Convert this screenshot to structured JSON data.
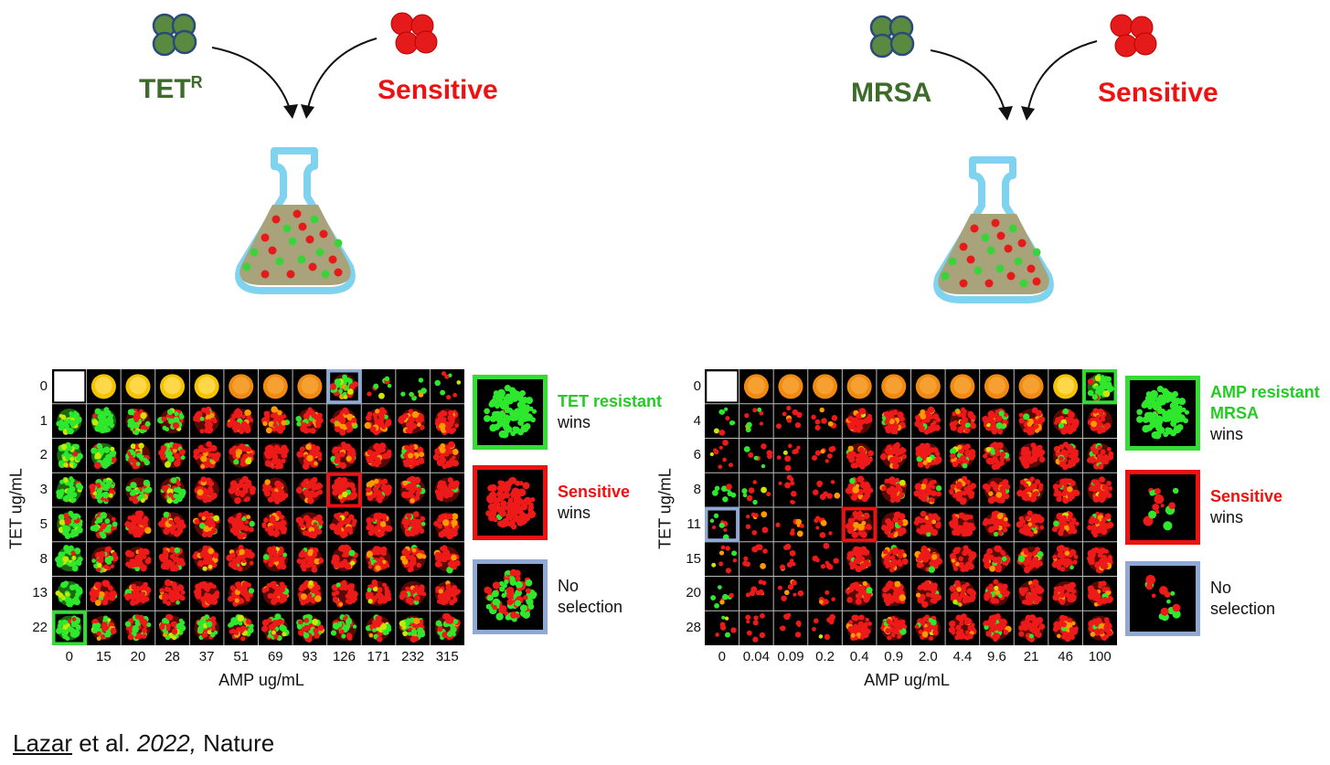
{
  "panels": [
    {
      "id": "left",
      "resistant_label": "TET",
      "resistant_superscript": "R",
      "sensitive_label": "Sensitive",
      "y_axis_title": "TET ug/mL",
      "x_axis_title": "AMP ug/mL",
      "y_ticks": [
        "0",
        "1",
        "2",
        "3",
        "5",
        "8",
        "13",
        "22"
      ],
      "x_ticks": [
        "0",
        "15",
        "20",
        "28",
        "37",
        "51",
        "69",
        "93",
        "126",
        "171",
        "232",
        "315"
      ],
      "legend": [
        {
          "bold": "TET resistant",
          "bold_color": "#22cc22",
          "rest": "wins",
          "border": "#33dd33",
          "kind": "green"
        },
        {
          "bold": "Sensitive",
          "bold_color": "#ee1111",
          "rest": "wins",
          "border": "#ee1111",
          "kind": "red"
        },
        {
          "bold": "",
          "bold_color": "#000000",
          "rest": "No selection",
          "border": "#8fa8d4",
          "kind": "mixed"
        }
      ]
    },
    {
      "id": "right",
      "resistant_label": "MRSA",
      "resistant_superscript": "",
      "sensitive_label": "Sensitive",
      "y_axis_title": "TET ug/mL",
      "x_axis_title": "AMP ug/mL",
      "y_ticks": [
        "0",
        "4",
        "6",
        "8",
        "11",
        "15",
        "20",
        "28"
      ],
      "x_ticks": [
        "0",
        "0.04",
        "0.09",
        "0.2",
        "0.4",
        "0.9",
        "2.0",
        "4.4",
        "9.6",
        "21",
        "46",
        "100"
      ],
      "legend": [
        {
          "bold": "AMP resistant MRSA",
          "bold_color": "#22cc22",
          "rest": "wins",
          "border": "#33dd33",
          "kind": "green"
        },
        {
          "bold": "Sensitive",
          "bold_color": "#ee1111",
          "rest": "wins",
          "border": "#ee1111",
          "kind": "red-sparse"
        },
        {
          "bold": "",
          "bold_color": "#000000",
          "rest": "No selection",
          "border": "#8fa8d4",
          "kind": "sparse"
        }
      ]
    }
  ],
  "citation": {
    "author": "Lazar",
    "etal": " et al. ",
    "year": "2022,",
    "journal": " Nature"
  },
  "colors": {
    "resistant_green": "#3d6b2a",
    "sensitive_red": "#ee1111",
    "flask_blue": "#7fd3ee",
    "broth": "#a8a37a",
    "highlight_green": "#33dd33",
    "highlight_red": "#ee1111",
    "highlight_blue": "#8fa8d4"
  }
}
